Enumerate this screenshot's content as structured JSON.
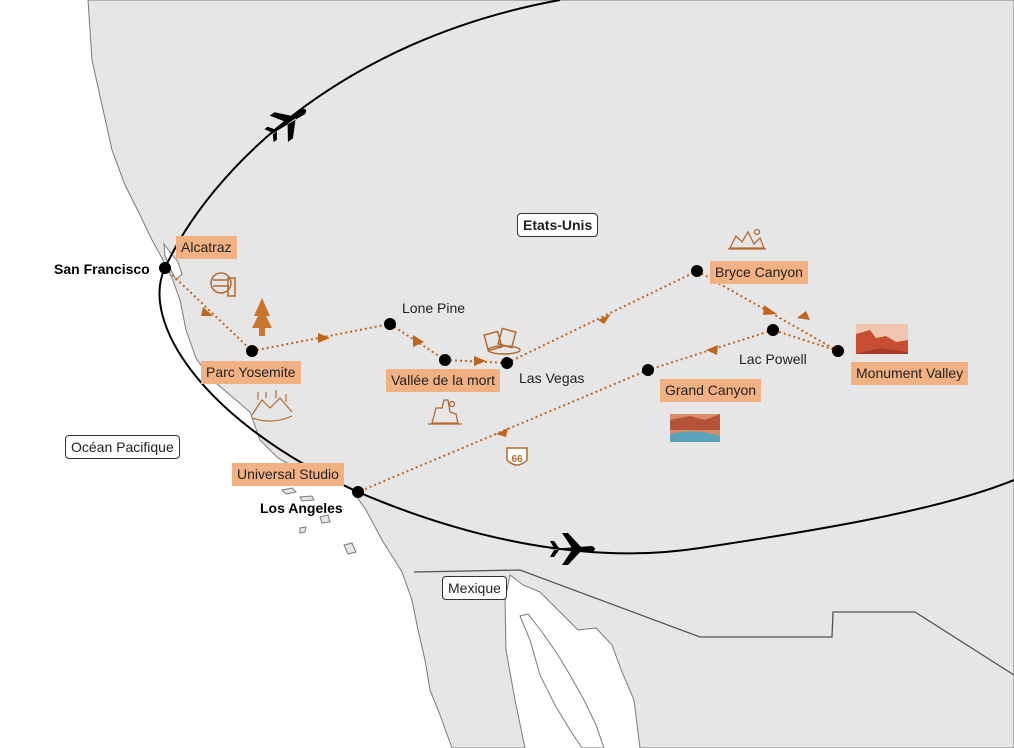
{
  "map": {
    "country_labels": {
      "usa": "Etats-Unis",
      "mexico": "Mexique",
      "ocean": "Océan Pacifique"
    },
    "cities": {
      "san_francisco": "San Francisco",
      "los_angeles": "Los Angeles",
      "lone_pine": "Lone Pine",
      "las_vegas": "Las Vegas",
      "lac_powell": "Lac Powell"
    },
    "stops": {
      "alcatraz": "Alcatraz",
      "yosemite": "Parc Yosemite",
      "death_valley": "Vallée de la mort",
      "bryce": "Bryce Canyon",
      "monument_valley": "Monument Valley",
      "grand_canyon": "Grand Canyon",
      "universal": "Universal Studio"
    },
    "route66_sign": "66",
    "colors": {
      "land": "#e6e6e6",
      "sea": "#ffffff",
      "route": "#c0651c",
      "label_bg": "#f2b182",
      "flight": "#000000"
    },
    "icons": [
      "airplane-icon",
      "sequoia-tree-icon",
      "alcatraz-icon",
      "casino-icon",
      "desert-icon",
      "route66-sign-icon",
      "canyon-photo-icon"
    ]
  }
}
